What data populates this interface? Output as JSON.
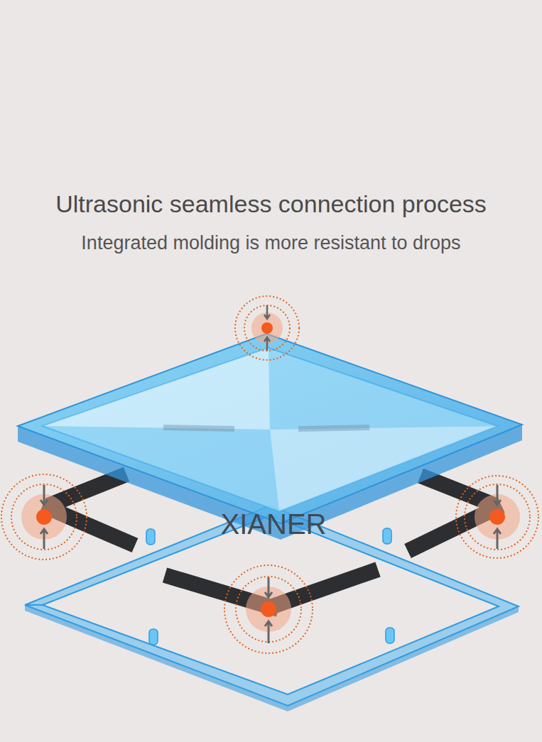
{
  "diagram": {
    "title": "Ultrasonic seamless connection process",
    "labels": [
      "Integrated molding is more resistant to drops",
      "XIANER"
    ]
  }
}
